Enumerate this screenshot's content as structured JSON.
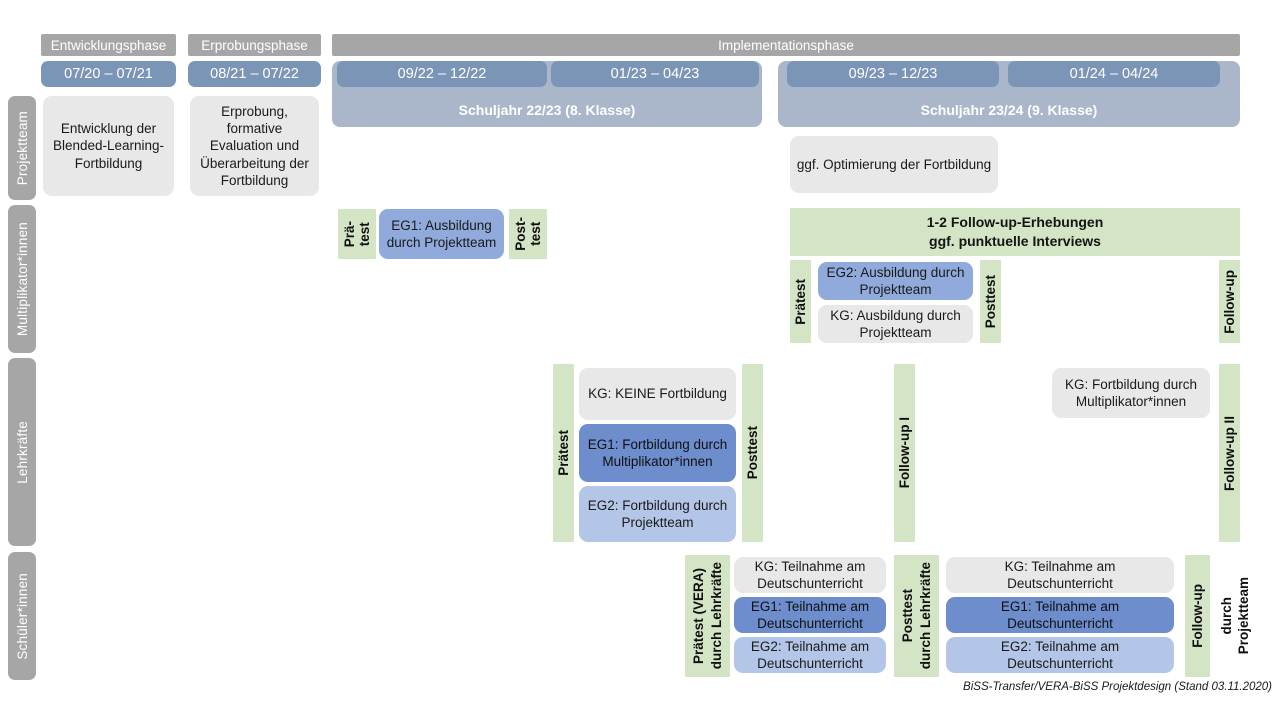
{
  "title": "BiSS-Transfer / VERA-BiSS Projektdesign",
  "colors": {
    "header_grey": "#a6a6a6",
    "date_blue": "#7b95b7",
    "schuljahr_blue": "#aab7cb",
    "card_grey": "#e8e8e8",
    "blue_mid": "#8faadb",
    "blue_dark": "#6d8dcd",
    "blue_light": "#b4c6e7",
    "green": "#d3e5c4"
  },
  "phases": {
    "entwicklung": "Entwicklungsphase",
    "erprobung": "Erprobungsphase",
    "implementation": "Implementationsphase"
  },
  "dates": {
    "d1": "07/20 – 07/21",
    "d2": "08/21 – 07/22",
    "d3": "09/22 – 12/22",
    "d4": "01/23 – 04/23",
    "d5": "09/23 – 12/23",
    "d6": "01/24 – 04/24"
  },
  "schuljahre": {
    "sj1": "Schuljahr 22/23 (8. Klasse)",
    "sj2": "Schuljahr 23/24 (9. Klasse)"
  },
  "row_labels": {
    "projektteam": "Projektteam",
    "multiplikatoren": "Multiplikator*innen",
    "lehrkraefte": "Lehrkräfte",
    "schueler": "Schüler*innen"
  },
  "projektteam": {
    "entwicklung": "Entwicklung der Blended-Learning-Fortbildung",
    "erprobung": "Erprobung, formative Evaluation und Überarbeitung der Fortbildung",
    "optimierung": "ggf. Optimierung der Fortbildung"
  },
  "multiplikatoren": {
    "praetest_l1": "Prä-",
    "praetest_l2": "test",
    "posttest_l1": "Post-",
    "posttest_l2": "test",
    "eg1": "EG1: Ausbildung durch Projektteam",
    "followup_band": "1-2 Follow-up-Erhebungen\nggf. punktuelle Interviews",
    "followup_band_line1": "1-2 Follow-up-Erhebungen",
    "followup_band_line2": "ggf. punktuelle Interviews",
    "praetest2": "Prätest",
    "posttest2": "Posttest",
    "followup": "Follow-up",
    "eg2": "EG2: Ausbildung durch Projektteam",
    "kg": "KG: Ausbildung durch Projektteam"
  },
  "lehrkraefte": {
    "praetest": "Prätest",
    "posttest": "Posttest",
    "followup1": "Follow-up I",
    "followup2": "Follow-up II",
    "kg_keine": "KG:  KEINE Fortbildung",
    "eg1": "EG1: Fortbildung durch Multiplikator*innen",
    "eg2": "EG2: Fortbildung durch Projektteam",
    "kg_fortbildung": "KG: Fortbildung durch Multiplikator*innen"
  },
  "schueler": {
    "praetest_main": "Prätest (VERA)",
    "praetest_sub": "durch Lehrkräfte",
    "posttest_main": "Posttest",
    "posttest_sub": "durch Lehrkräfte",
    "followup_main": "Follow-up",
    "followup_sub1": "durch",
    "followup_sub2": "Projektteam",
    "kg_a": "KG: Teilnahme am Deutschunterricht",
    "eg1_a": "EG1: Teilnahme am Deutschunterricht",
    "eg2_a": "EG2: Teilnahme am Deutschunterricht",
    "kg_b": "KG: Teilnahme am Deutschunterricht",
    "eg1_b": "EG1: Teilnahme am Deutschunterricht",
    "eg2_b": "EG2: Teilnahme am Deutschunterricht"
  },
  "footer": "BiSS-Transfer/VERA-BiSS Projektdesign (Stand 03.11.2020)"
}
